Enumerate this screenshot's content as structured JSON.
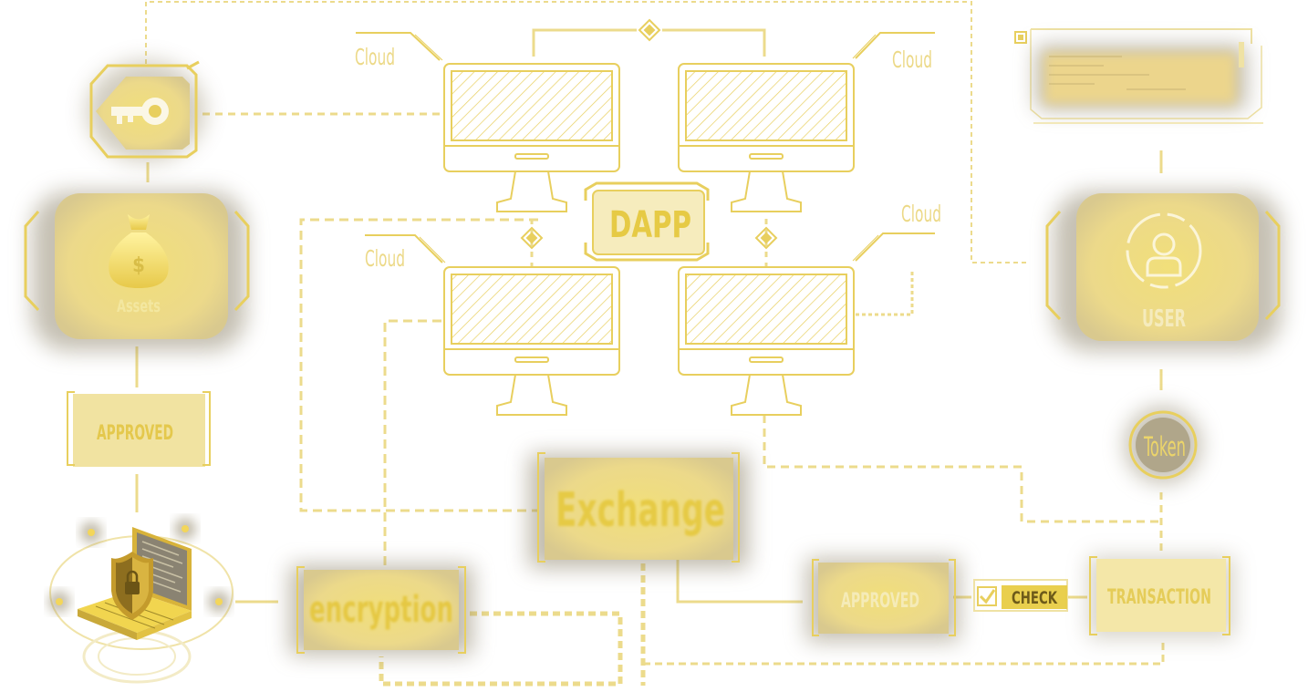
{
  "colors": {
    "gold": "#e8cf5e",
    "gold_light": "#f3e7a8",
    "gold_dark": "#c9a93a",
    "glow": "#9a8f72"
  },
  "labels": {
    "cloud": "Cloud",
    "dapp": "DAPP",
    "assets": "Assets",
    "approved_left": "APPROVED",
    "exchange": "Exchange",
    "encryption": "encryption",
    "approved_bottom": "APPROVED",
    "check": "CHECK",
    "transaction": "TRANSACTION",
    "user": "USER",
    "token": "Token"
  },
  "icons": {
    "key": "key-icon",
    "money_bag": "money-bag-icon",
    "user": "user-icon",
    "laptop_shield": "laptop-shield-icon",
    "check": "checkbox-icon",
    "dollar_sign": "$"
  }
}
